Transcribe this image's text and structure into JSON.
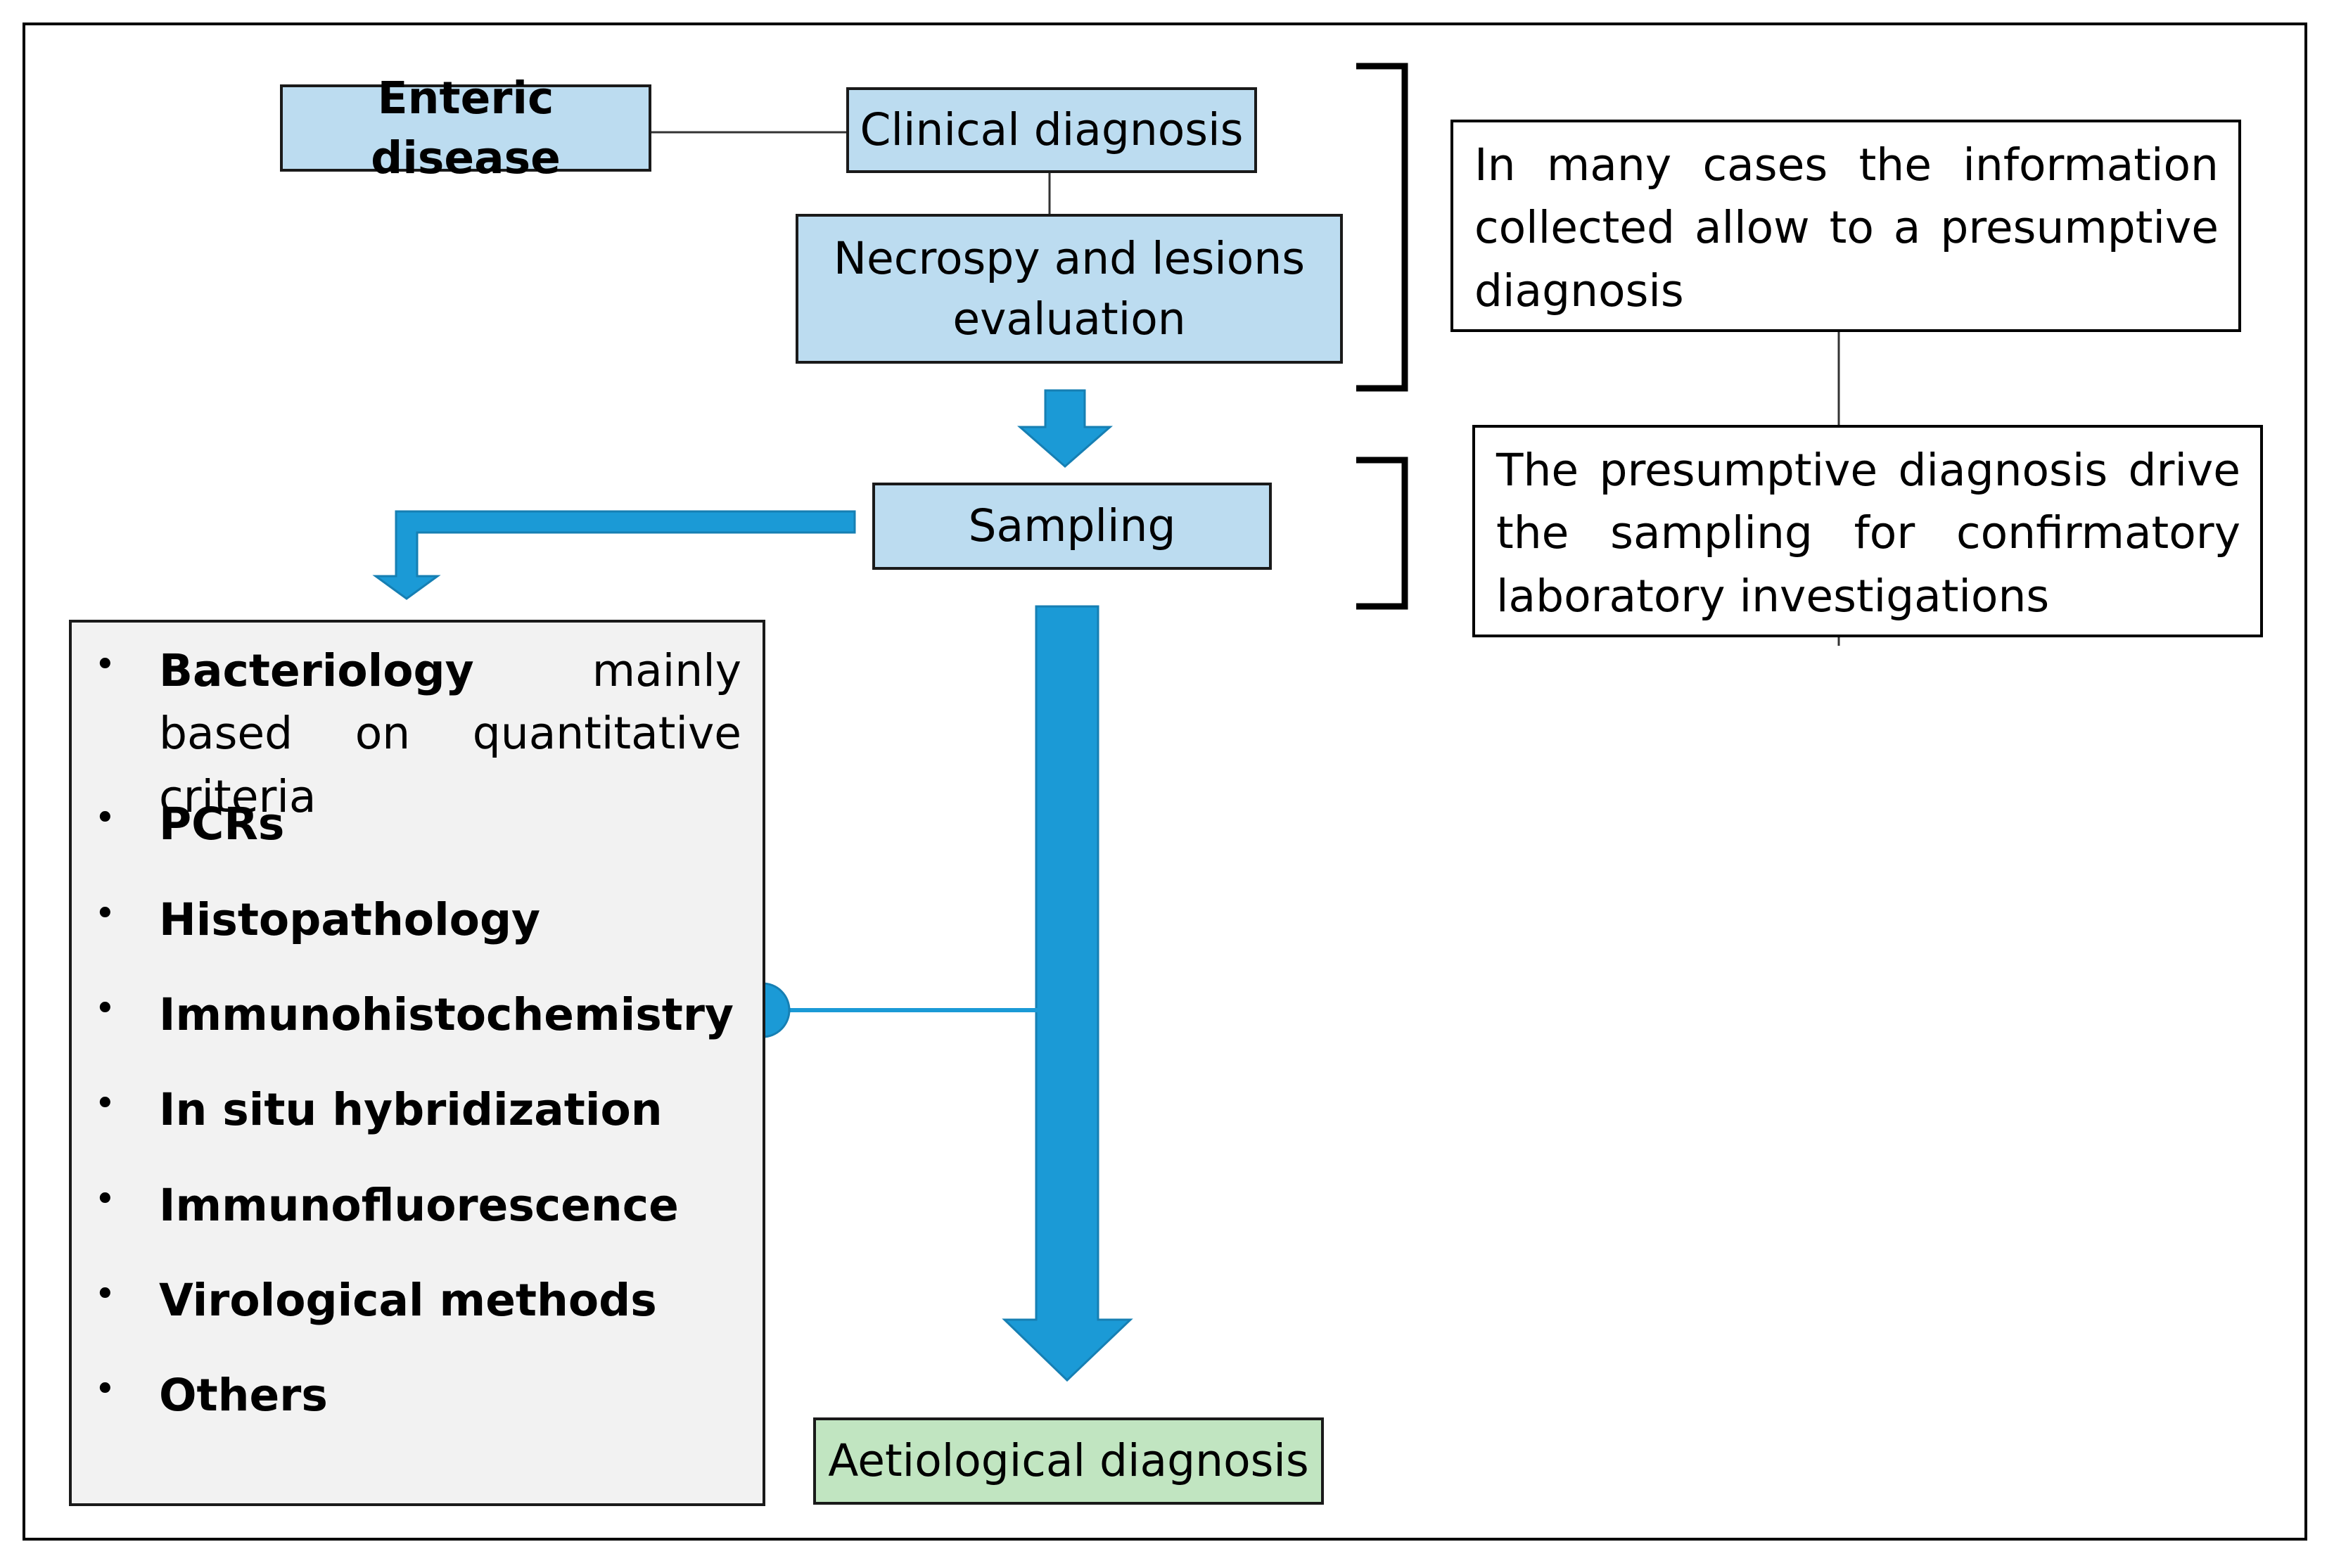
{
  "nodes": {
    "enteric": "Enteric disease",
    "clinical": "Clinical diagnosis",
    "necropsy": "Necrospy and lesions evaluation",
    "sampling": "Sampling",
    "aetiological": "Aetiological diagnosis"
  },
  "notes": {
    "presumptive": "In many cases the information collected allow to a presumptive diagnosis",
    "drive": "The presumptive diagnosis drive the sampling for confirmatory laboratory investigations"
  },
  "methods": [
    {
      "bold": "Bacteriology",
      "rest": " mainly based on quantitative criteria"
    },
    {
      "bold": "PCRs",
      "rest": ""
    },
    {
      "bold": "Histopathology",
      "rest": ""
    },
    {
      "bold": "Immunohistochemistry",
      "rest": ""
    },
    {
      "bold": "In situ hybridization",
      "rest": ""
    },
    {
      "bold": "Immunofluorescence",
      "rest": ""
    },
    {
      "bold": "Virological methods",
      "rest": ""
    },
    {
      "bold": "Others",
      "rest": ""
    }
  ],
  "colors": {
    "arrow": "#1b9ad6",
    "box_blue": "#bcdcf0",
    "box_green": "#c1e5c1",
    "list_bg": "#f2f2f2"
  },
  "bullet_char": "•"
}
